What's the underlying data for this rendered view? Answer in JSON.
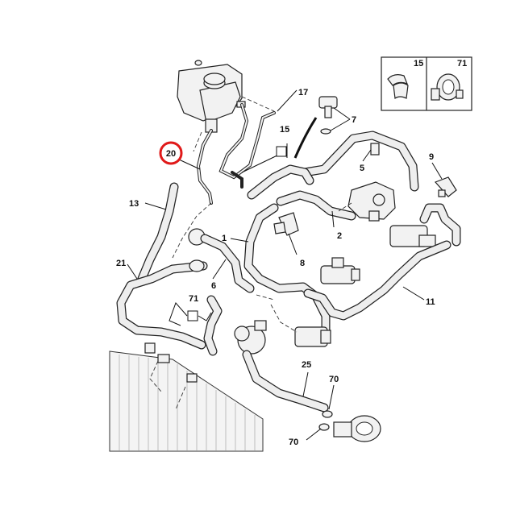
{
  "callouts": {
    "c1": "1",
    "c2": "2",
    "c5": "5",
    "c6": "6",
    "c7": "7",
    "c8": "8",
    "c9": "9",
    "c11": "11",
    "c13": "13",
    "c15": "15",
    "c17": "17",
    "c20": "20",
    "c21": "21",
    "c25": "25",
    "c70a": "70",
    "c70b": "70",
    "c71": "71"
  },
  "inset": {
    "left_label": "15",
    "right_label": "71"
  },
  "highlight": {
    "label": "20",
    "color": "#e01919"
  }
}
